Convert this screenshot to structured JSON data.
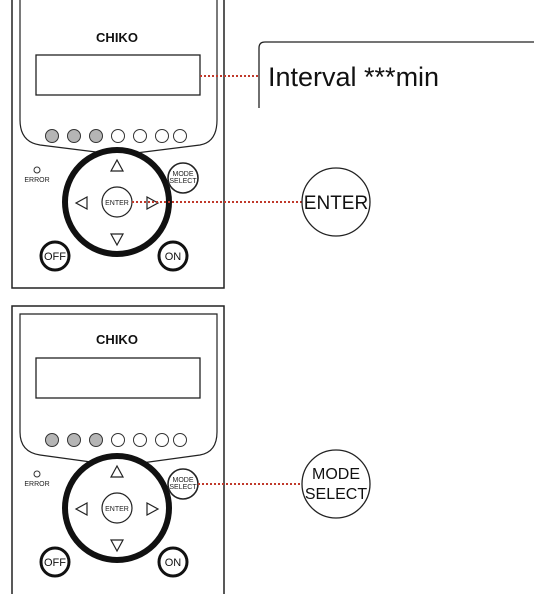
{
  "panels": [
    {
      "brand": "CHIKO",
      "error_label": "ERROR",
      "enter_label": "ENTER",
      "mode_select_line1": "MODE",
      "mode_select_line2": "SELECT",
      "off_label": "OFF",
      "on_label": "ON",
      "indicator_lamps": {
        "total": 7,
        "lit": 3
      }
    },
    {
      "brand": "CHIKO",
      "error_label": "ERROR",
      "enter_label": "ENTER",
      "mode_select_line1": "MODE",
      "mode_select_line2": "SELECT",
      "off_label": "OFF",
      "on_label": "ON",
      "indicator_lamps": {
        "total": 7,
        "lit": 3
      }
    }
  ],
  "callouts": {
    "display_text": "Interval ***min",
    "enter_button": "ENTER",
    "mode_select_line1": "MODE",
    "mode_select_line2": "SELECT"
  },
  "colors": {
    "outline": "#222222",
    "lamp_lit": "#b5b5b5",
    "leader_line": "#c0392b"
  }
}
